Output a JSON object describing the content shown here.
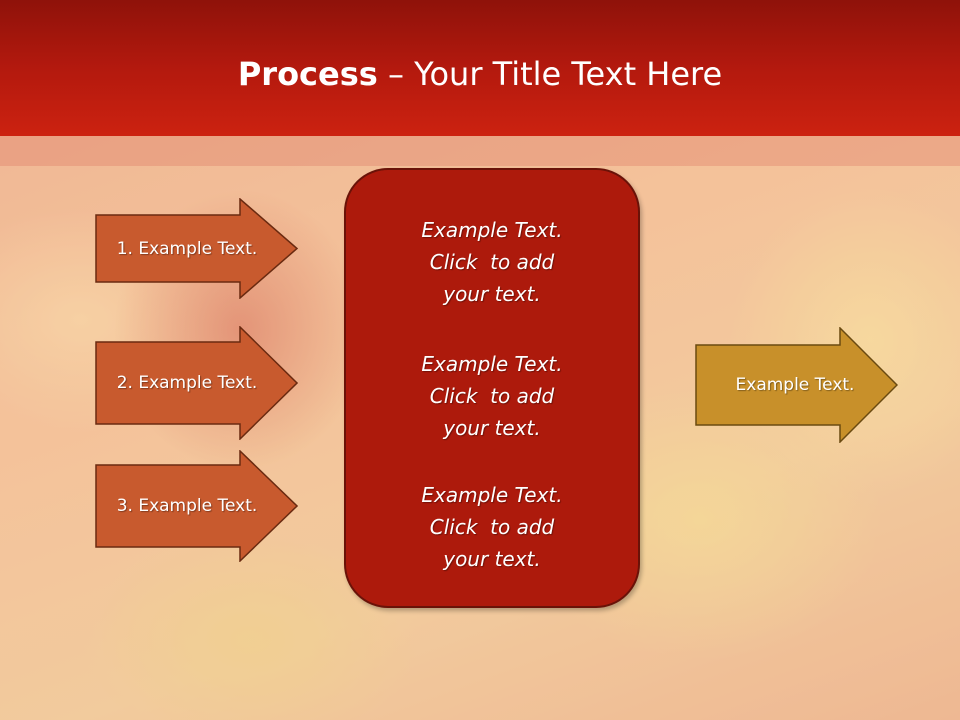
{
  "title": {
    "bold": "Process",
    "rest": " – Your Title Text Here"
  },
  "left_arrows": [
    {
      "label": "1. Example Text."
    },
    {
      "label": "2. Example Text."
    },
    {
      "label": "3. Example Text."
    }
  ],
  "center_box": {
    "blocks": [
      {
        "lines": [
          "Example Text.",
          "Click  to add",
          "your text."
        ]
      },
      {
        "lines": [
          "Example Text.",
          "Click  to add",
          "your text."
        ]
      },
      {
        "lines": [
          "Example Text.",
          "Click  to add",
          "your text."
        ]
      }
    ]
  },
  "right_arrow": {
    "label": "Example Text."
  },
  "colors": {
    "header": "#b3190e",
    "left_arrow_fill": "#c85a2e",
    "center_box_fill": "#ad1a0c",
    "right_arrow_fill": "#c8902a"
  }
}
